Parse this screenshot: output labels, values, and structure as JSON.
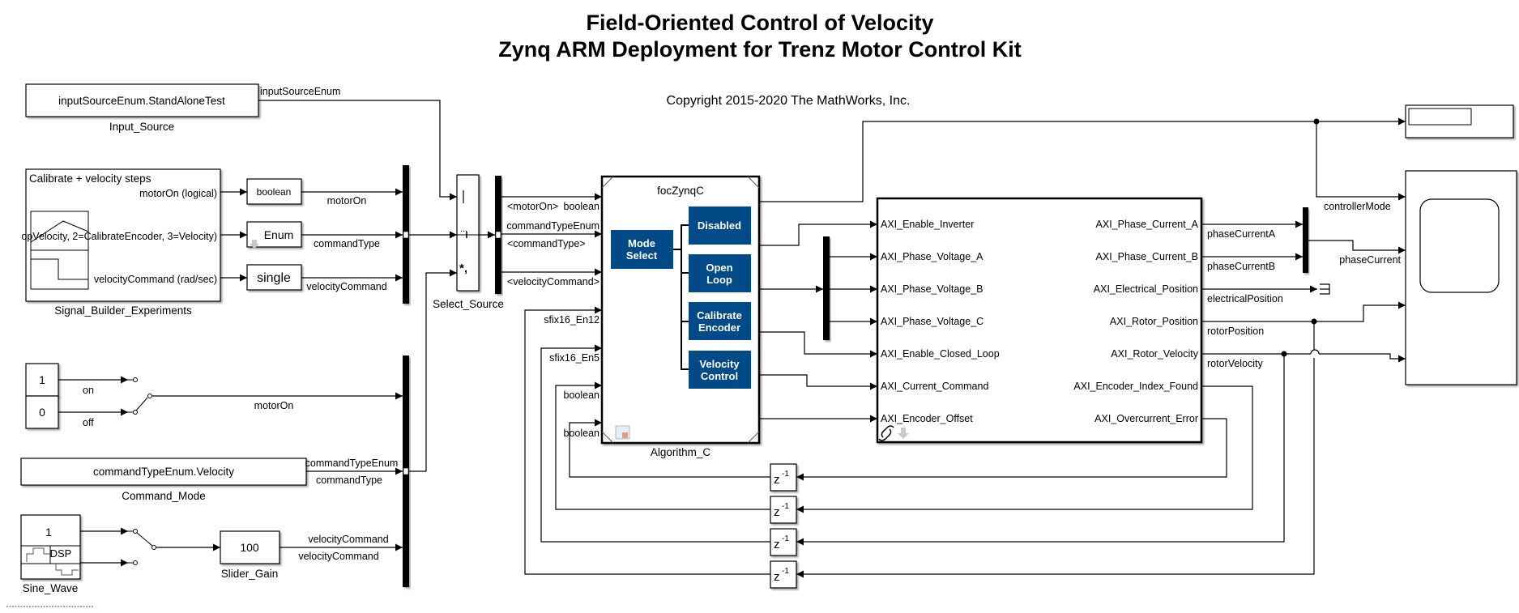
{
  "title": {
    "line1": "Field-Oriented Control of Velocity",
    "line2": "Zynq ARM Deployment for Trenz Motor Control Kit"
  },
  "copyright": "Copyright 2015-2020 The MathWorks, Inc.",
  "colors": {
    "subsystem_blue": "#004b87",
    "line": "#000000",
    "background": "#ffffff"
  },
  "input_source": {
    "value": "inputSourceEnum.StandAloneTest",
    "name": "Input_Source",
    "signal": "inputSourceEnum"
  },
  "signal_builder": {
    "group": "Calibrate + velocity steps",
    "name": "Signal_Builder_Experiments",
    "outputs": [
      "motorOn (logical)",
      "opVelocity, 2=CalibrateEncoder, 3=Velocity)",
      "velocityCommand (rad/sec)"
    ]
  },
  "conversions": [
    {
      "label": "boolean",
      "signal": "motorOn"
    },
    {
      "label": "Enum",
      "signal": "commandType"
    },
    {
      "label": "single",
      "signal": "velocityCommand"
    }
  ],
  "select_source": {
    "name": "Select_Source",
    "ports": [
      "",
      "...",
      "*,"
    ]
  },
  "bus_signals": {
    "motorOn": "<motorOn>",
    "motorOn_type": "boolean",
    "commandTypeEnum": "commandTypeEnum",
    "commandType": "<commandType>",
    "velocityCommand": "<velocityCommand>"
  },
  "algorithm": {
    "model": "focZynqC",
    "name": "Algorithm_C",
    "mode_select": [
      "Mode",
      "Select"
    ],
    "modes": [
      [
        "Disabled"
      ],
      [
        "Open",
        "Loop"
      ],
      [
        "Calibrate",
        "Encoder"
      ],
      [
        "Velocity",
        "Control"
      ]
    ],
    "feedback_inputs": [
      "sfix16_En12",
      "sfix16_En5",
      "boolean",
      "boolean"
    ]
  },
  "axi_block": {
    "inputs": [
      "AXI_Enable_Inverter",
      "AXI_Phase_Voltage_A",
      "AXI_Phase_Voltage_B",
      "AXI_Phase_Voltage_C",
      "AXI_Enable_Closed_Loop",
      "AXI_Current_Command",
      "AXI_Encoder_Offset"
    ],
    "outputs": [
      "AXI_Phase_Current_A",
      "AXI_Phase_Current_B",
      "AXI_Electrical_Position",
      "AXI_Rotor_Position",
      "AXI_Rotor_Velocity",
      "AXI_Encoder_Index_Found",
      "AXI_Overcurrent_Error"
    ]
  },
  "output_signals": {
    "phaseCurrentA": "phaseCurrentA",
    "phaseCurrentB": "phaseCurrentB",
    "electricalPosition": "electricalPosition",
    "rotorPosition": "rotorPosition",
    "rotorVelocity": "rotorVelocity",
    "controllerMode": "controllerMode",
    "phaseCurrent": "phaseCurrent"
  },
  "manual_switch": {
    "on_value": "1",
    "off_value": "0",
    "on_label": "on",
    "off_label": "off",
    "signal": "motorOn"
  },
  "command_mode": {
    "value": "commandTypeEnum.Velocity",
    "name": "Command_Mode",
    "signal_top": "commandTypeEnum",
    "signal_bottom": "commandType"
  },
  "sine_wave": {
    "name": "Sine_Wave",
    "const": "1",
    "dsp": "DSP"
  },
  "slider_gain": {
    "value": "100",
    "name": "Slider_Gain",
    "signal_top": "velocityCommand",
    "signal_bottom": "velocityCommand"
  },
  "delay_label": "z",
  "delay_exp": "-1"
}
